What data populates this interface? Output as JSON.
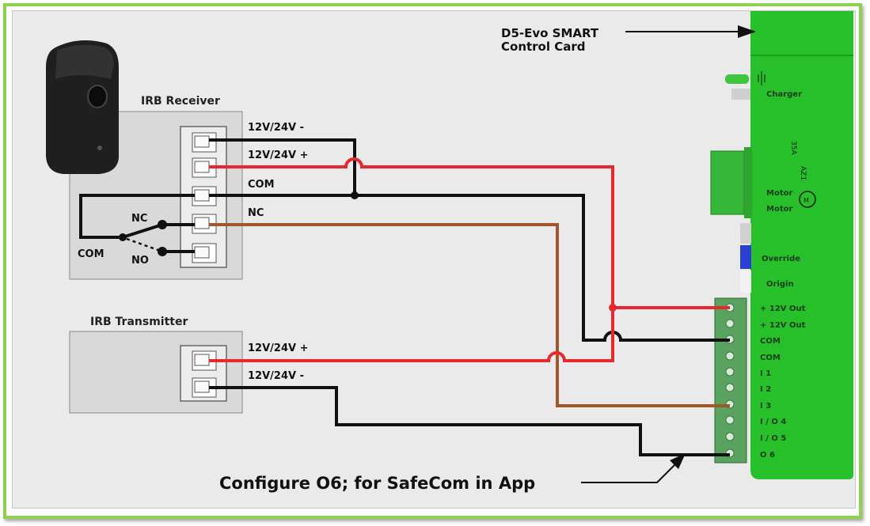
{
  "receiver": {
    "title": "IRB Receiver",
    "terminals": [
      "12V/24V -",
      "12V/24V +",
      "COM",
      "NC"
    ],
    "relay_labels": {
      "nc": "NC",
      "no": "NO",
      "com": "COM"
    }
  },
  "transmitter": {
    "title": "IRB Transmitter",
    "terminals": [
      "12V/24V +",
      "12V/24V -"
    ]
  },
  "control_card": {
    "title_line1": "D5-Evo SMART",
    "title_line2": "Control Card",
    "labels": [
      "Charger",
      "Motor",
      "Motor",
      "Override",
      "Origin",
      "+ 12V Out",
      "+ 12V Out",
      "COM",
      "COM",
      "I 1",
      "I 2",
      "I 3",
      "I / O 4",
      "I / O 5",
      "O 6"
    ],
    "fuse_label": "35A",
    "relay_label": "AZ1"
  },
  "footer_note": "Configure  O6; for SafeCom in App",
  "colors": {
    "wire_black": "#111111",
    "wire_red": "#e8282f",
    "wire_brown": "#a0582a",
    "card_green": "#27c02a",
    "frame_green": "#8fd14f"
  }
}
